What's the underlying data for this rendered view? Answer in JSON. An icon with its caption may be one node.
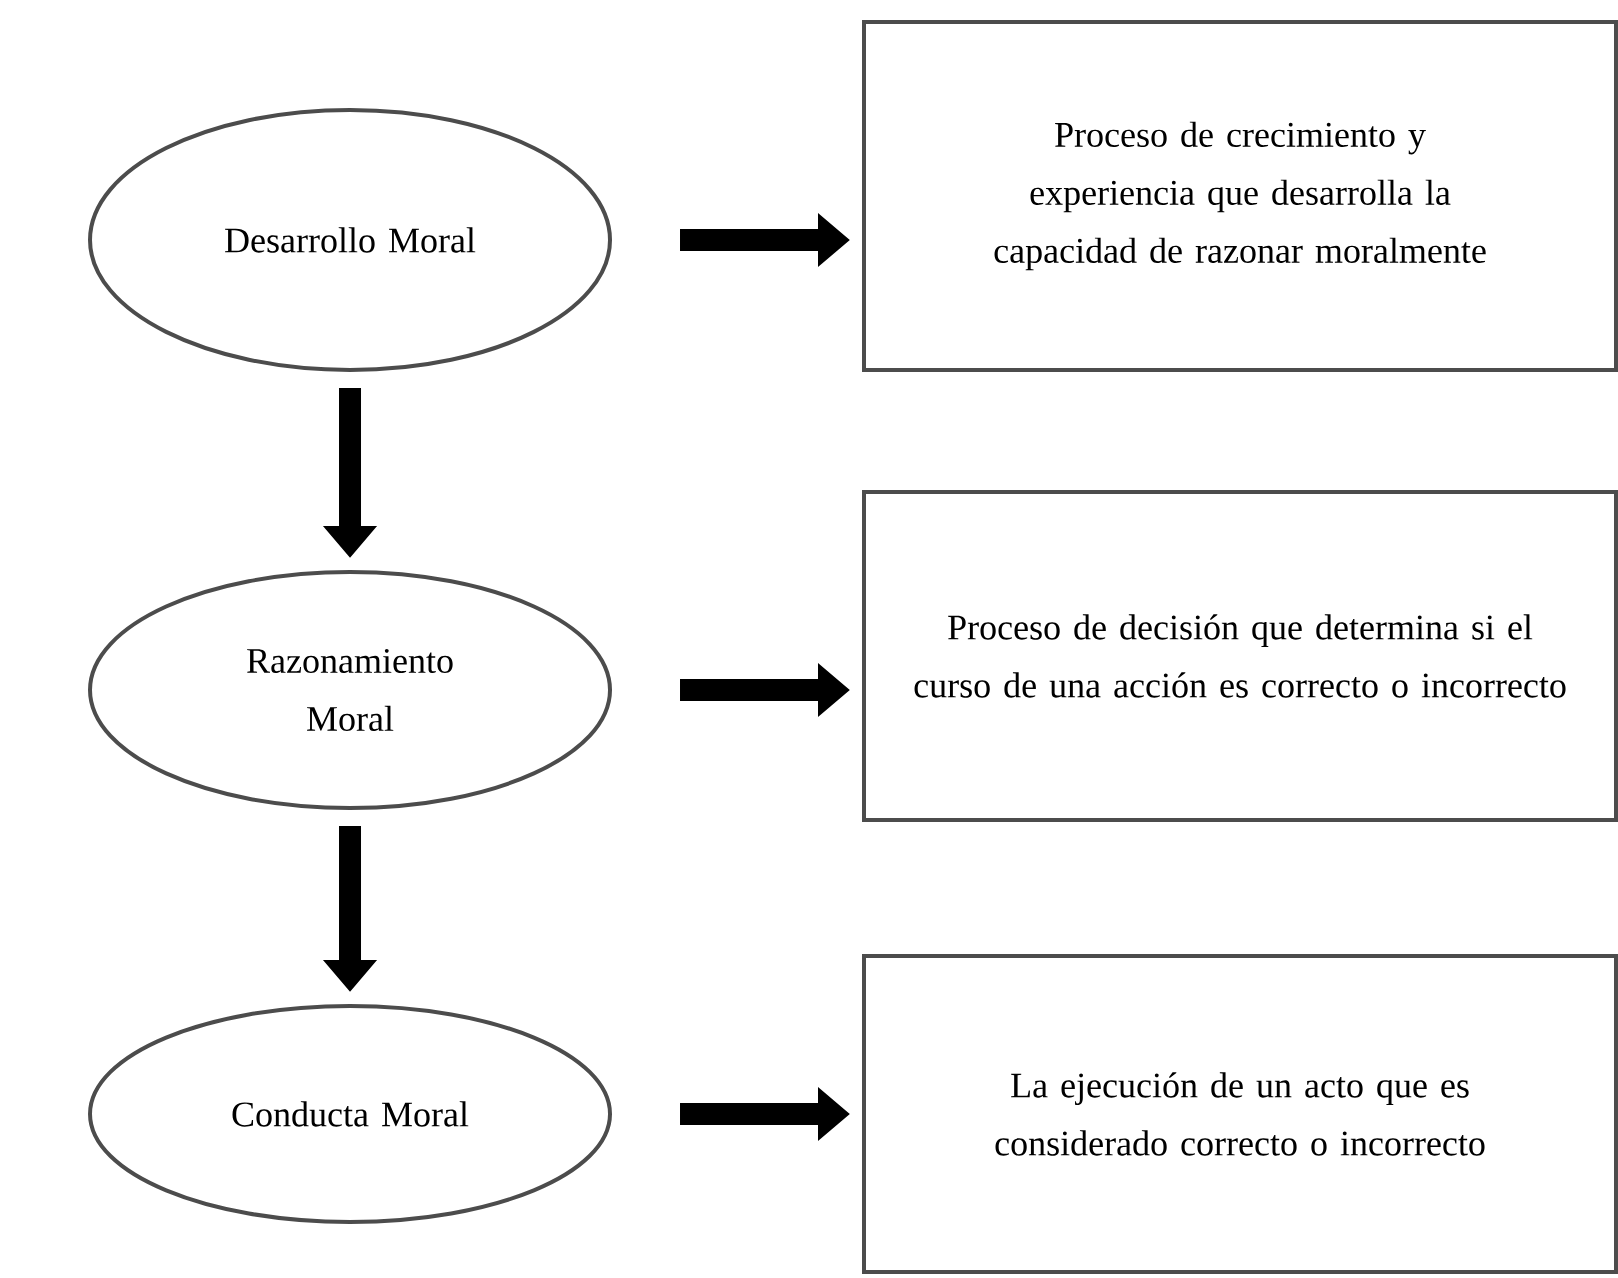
{
  "diagram": {
    "nodes": [
      {
        "text": [
          "Desarrollo Moral"
        ]
      },
      {
        "text": [
          "Proceso de crecimiento y experiencia que desarrolla la capacidad de razonar moralmente"
        ]
      },
      {
        "text": [
          "Razonamiento Moral"
        ]
      },
      {
        "text": [
          "Proceso de decisión que determina si el curso de una acción es correcto o incorrecto"
        ]
      },
      {
        "text": [
          "Conducta Moral"
        ]
      },
      {
        "text": [
          "La ejecución de un acto que es considerado correcto o incorrecto"
        ]
      }
    ],
    "edges": [
      {
        "from": 0,
        "to": 1,
        "arrow": "to"
      },
      {
        "from": 0,
        "to": 2,
        "arrow": "to"
      },
      {
        "from": 2,
        "to": 3,
        "arrow": "to"
      },
      {
        "from": 2,
        "to": 4,
        "arrow": "to"
      },
      {
        "from": 4,
        "to": 5,
        "arrow": "to"
      }
    ]
  }
}
